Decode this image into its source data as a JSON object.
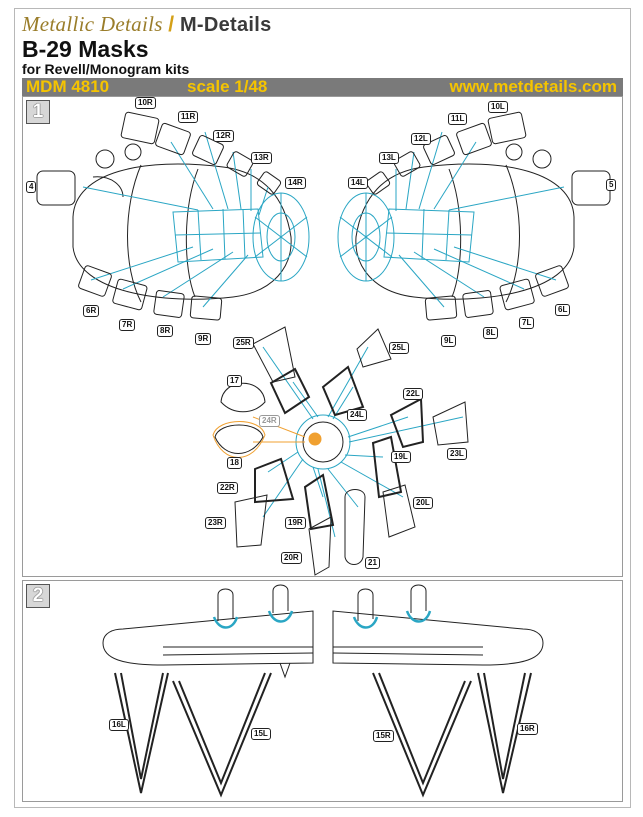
{
  "header": {
    "brand_script": "Metallic Details",
    "brand_sep": "/",
    "brand_name": "M-Details",
    "title": "B-29 Masks",
    "subtitle": "for Revell/Monogram kits"
  },
  "band": {
    "code": "MDM 4810",
    "scale": "scale 1/48",
    "website": "www.metdetails.com"
  },
  "steps": {
    "one": "1",
    "two": "2"
  },
  "colors": {
    "accent_line": "#2aa6c4",
    "band_bg": "#7a7a7a",
    "band_text": "#f5c400",
    "brand_gold": "#9a7d2a",
    "highlight": "#f0a030"
  },
  "labels": {
    "l10r": "10R",
    "l11r": "11R",
    "l12r": "12R",
    "l13r": "13R",
    "l14r": "14R",
    "l4": "4",
    "l6r": "6R",
    "l7r": "7R",
    "l8r": "8R",
    "l9r": "9R",
    "l10l": "10L",
    "l11l": "11L",
    "l12l": "12L",
    "l13l": "13L",
    "l14l": "14L",
    "l5": "5",
    "l6l": "6L",
    "l7l": "7L",
    "l8l": "8L",
    "l9l": "9L",
    "l25r": "25R",
    "l25l": "25L",
    "l17": "17",
    "l18": "18",
    "l24r": "24R",
    "l24l": "24L",
    "l22l": "22L",
    "l23l": "23L",
    "l19l": "19L",
    "l20l": "20L",
    "l22r": "22R",
    "l23r": "23R",
    "l19r": "19R",
    "l20r": "20R",
    "l21": "21",
    "l16l": "16L",
    "l15l": "15L",
    "l15r": "15R",
    "l16r": "16R"
  }
}
